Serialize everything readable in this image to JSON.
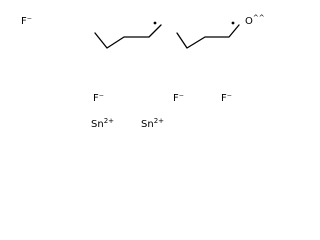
{
  "structure": {
    "labels": {
      "fluoride_1": "F⁻",
      "oxygen": "O",
      "oxygen_marks": "^^",
      "fluoride_2": "F⁻",
      "fluoride_3": "F⁻",
      "fluoride_4": "F⁻",
      "tin_1": "Sn",
      "tin_1_charge": "2+",
      "tin_2": "Sn",
      "tin_2_charge": "2+"
    },
    "colors": {
      "ink": "#000000",
      "background": "#ffffff"
    }
  }
}
